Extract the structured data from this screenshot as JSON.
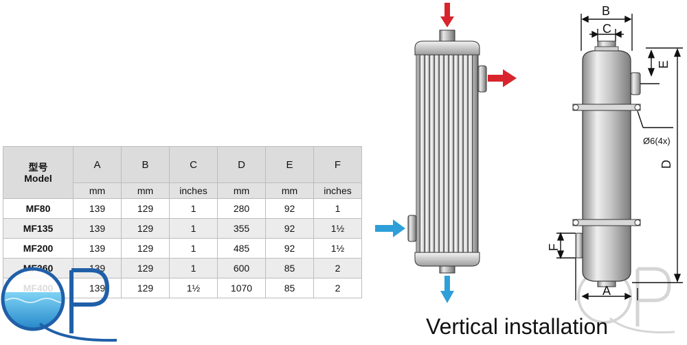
{
  "table": {
    "header": {
      "model_cn": "型号",
      "model_en": "Model",
      "columns": [
        "A",
        "B",
        "C",
        "D",
        "E",
        "F"
      ],
      "units": [
        "mm",
        "mm",
        "inches",
        "mm",
        "mm",
        "inches"
      ]
    },
    "rows": [
      {
        "model": "MF80",
        "values": [
          "139",
          "129",
          "1",
          "280",
          "92",
          "1"
        ]
      },
      {
        "model": "MF135",
        "values": [
          "139",
          "129",
          "1",
          "355",
          "92",
          "1½"
        ]
      },
      {
        "model": "MF200",
        "values": [
          "139",
          "129",
          "1",
          "485",
          "92",
          "1½"
        ]
      },
      {
        "model": "MF260",
        "values": [
          "139",
          "129",
          "1",
          "600",
          "85",
          "2"
        ]
      },
      {
        "model": "MF400",
        "values": [
          "139",
          "129",
          "1½",
          "1070",
          "85",
          "2"
        ]
      }
    ]
  },
  "diagram": {
    "dimension_labels": {
      "a": "A",
      "b": "B",
      "c": "C",
      "d": "D",
      "e": "E",
      "f": "F"
    },
    "hole_note": "Ø6(4x)",
    "flow_colors": {
      "hot": "#d8242c",
      "cold": "#2e9fd8"
    }
  },
  "caption": "Vertical installation",
  "logo": {
    "text": "QP",
    "color": "#1f5fa8"
  }
}
